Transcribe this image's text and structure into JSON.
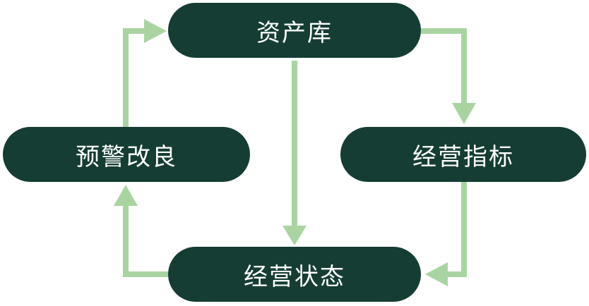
{
  "diagram": {
    "node_color": "#153d34",
    "arrow_color": "#a9d4a2",
    "text_color": "#ffffff",
    "nodes": {
      "asset_library": "资产库",
      "operating_metrics": "经营指标",
      "operating_status": "经营状态",
      "warning_improvement": "预警改良"
    },
    "edges": [
      {
        "from": "资产库",
        "to": "经营指标"
      },
      {
        "from": "经营指标",
        "to": "经营状态"
      },
      {
        "from": "资产库",
        "to": "经营状态"
      },
      {
        "from": "经营状态",
        "to": "预警改良"
      },
      {
        "from": "预警改良",
        "to": "资产库"
      }
    ]
  }
}
